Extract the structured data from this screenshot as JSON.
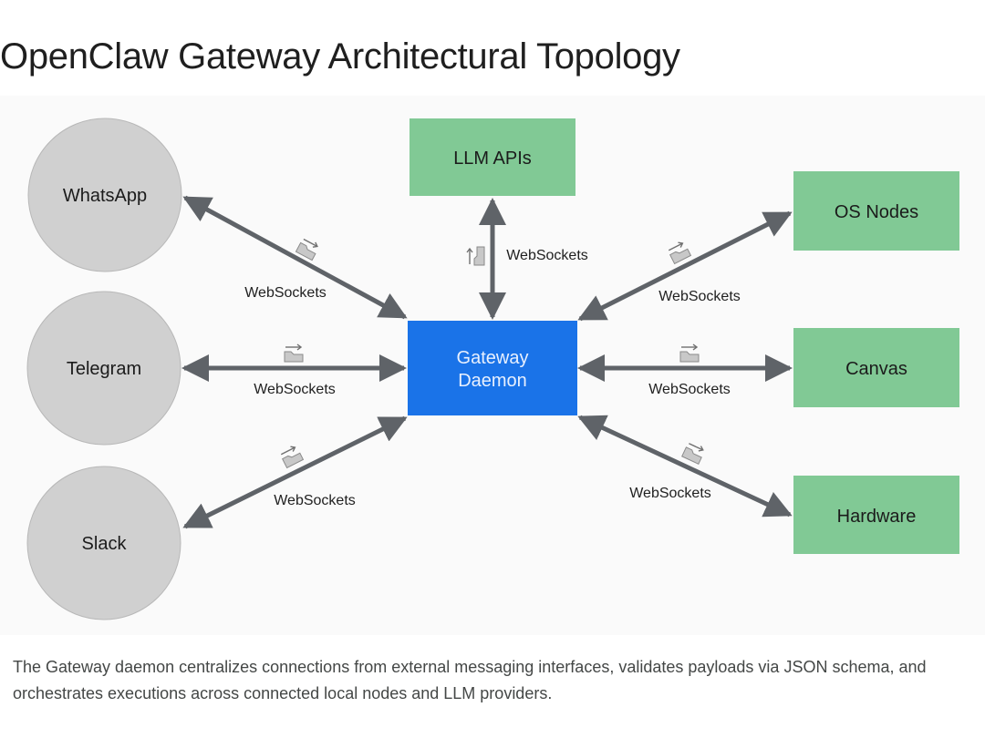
{
  "title": "OpenClaw Gateway Architectural Topology",
  "colors": {
    "gateway_fill": "#1a73e8",
    "target_fill": "#81c995",
    "channel_fill": "#d0d0d0",
    "arrow": "#5f6368"
  },
  "diagram": {
    "hub": {
      "id": "gateway",
      "label_lines": [
        "Gateway",
        "Daemon"
      ],
      "shape": "rectangle"
    },
    "channels": [
      {
        "id": "whatsapp",
        "label": "WhatsApp",
        "shape": "circle"
      },
      {
        "id": "telegram",
        "label": "Telegram",
        "shape": "circle"
      },
      {
        "id": "slack",
        "label": "Slack",
        "shape": "circle"
      }
    ],
    "targets": [
      {
        "id": "llm",
        "label": "LLM APIs",
        "shape": "rectangle"
      },
      {
        "id": "os",
        "label": "OS Nodes",
        "shape": "rectangle"
      },
      {
        "id": "canvas",
        "label": "Canvas",
        "shape": "rectangle"
      },
      {
        "id": "hardware",
        "label": "Hardware",
        "shape": "rectangle"
      }
    ],
    "edges": [
      {
        "from": "whatsapp",
        "to": "gateway",
        "label": "WebSockets",
        "icon": "folder-transfer-icon",
        "bidirectional": true
      },
      {
        "from": "telegram",
        "to": "gateway",
        "label": "WebSockets",
        "icon": "folder-transfer-icon",
        "bidirectional": true
      },
      {
        "from": "slack",
        "to": "gateway",
        "label": "WebSockets",
        "icon": "folder-transfer-icon",
        "bidirectional": true
      },
      {
        "from": "gateway",
        "to": "llm",
        "label": "WebSockets",
        "icon": "folder-transfer-icon",
        "bidirectional": true
      },
      {
        "from": "gateway",
        "to": "os",
        "label": "WebSockets",
        "icon": "folder-transfer-icon",
        "bidirectional": true
      },
      {
        "from": "gateway",
        "to": "canvas",
        "label": "WebSockets",
        "icon": "folder-transfer-icon",
        "bidirectional": true
      },
      {
        "from": "gateway",
        "to": "hardware",
        "label": "WebSockets",
        "icon": "folder-transfer-icon",
        "bidirectional": true
      }
    ]
  },
  "caption": "The Gateway daemon centralizes connections from external messaging interfaces, validates payloads via JSON schema, and orchestrates executions across connected local nodes and LLM providers."
}
